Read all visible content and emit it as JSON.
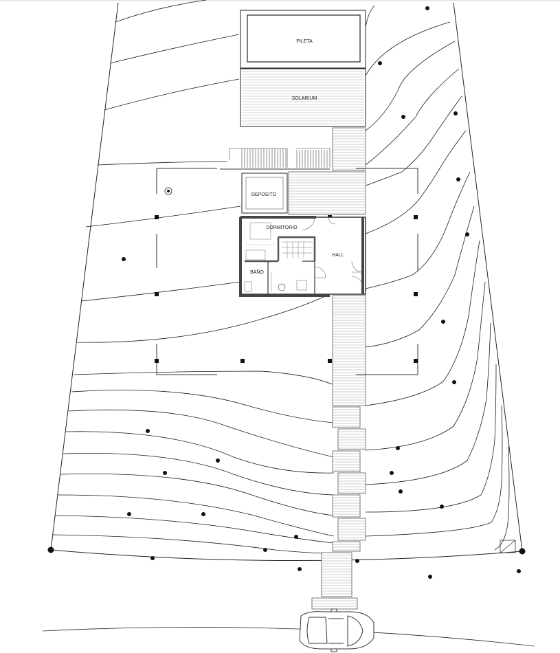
{
  "labels": {
    "pool": "PILETA",
    "solarium": "SOLARIUM",
    "storage": "DEPOSITO",
    "bedroom": "DORMITORIO",
    "hall": "HALL",
    "bathroom": "BAÑO"
  },
  "colors": {
    "line": "#222222",
    "contour": "#1a1a1a",
    "wall": "#333333",
    "tree": "#111111",
    "deck": "#9a9a9a"
  }
}
